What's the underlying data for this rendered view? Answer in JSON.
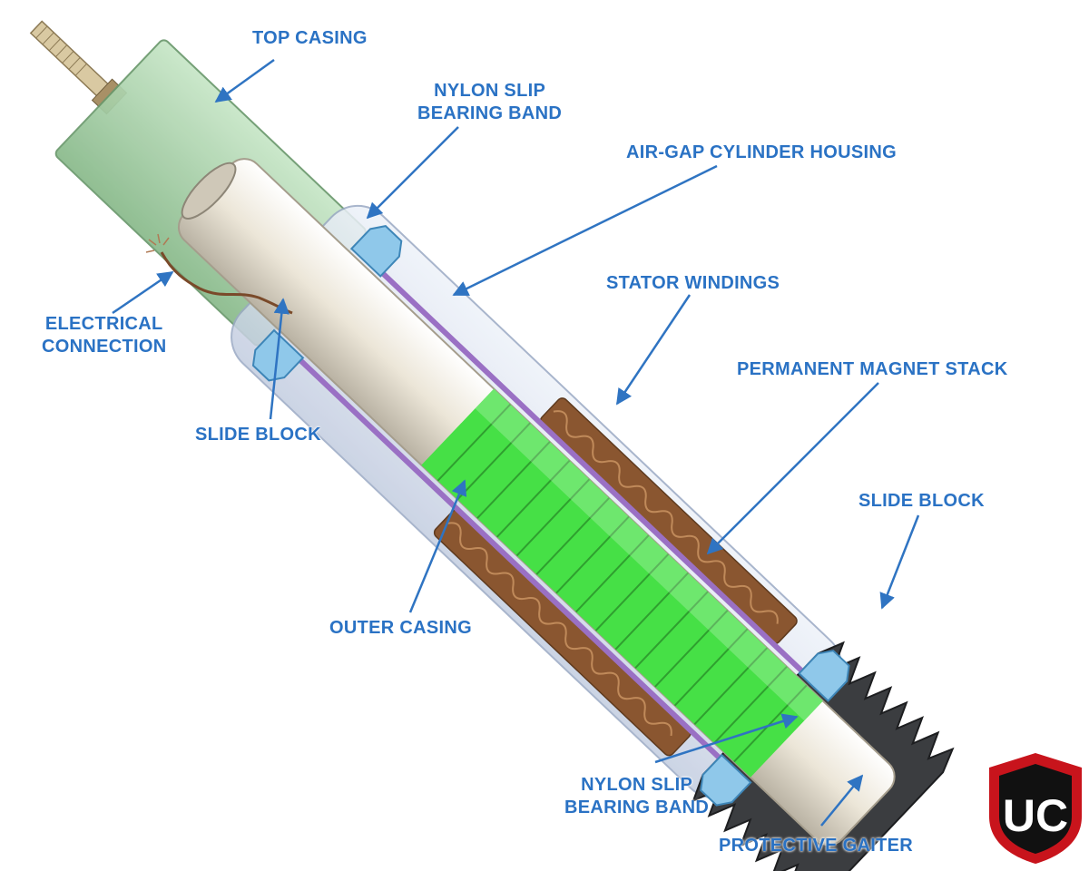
{
  "labels": {
    "top_casing": "TOP CASING",
    "nylon_slip_top": [
      "NYLON SLIP",
      "BEARING BAND"
    ],
    "air_gap": "AIR-GAP CYLINDER HOUSING",
    "stator_windings": "STATOR WINDINGS",
    "permanent_magnet": "PERMANENT MAGNET STACK",
    "electrical_connection": [
      "ELECTRICAL",
      "CONNECTION"
    ],
    "slide_block_left": "SLIDE BLOCK",
    "slide_block_right": "SLIDE BLOCK",
    "outer_casing": "OUTER CASING",
    "nylon_slip_bottom": [
      "NYLON SLIP",
      "BEARING BAND"
    ],
    "protective_gaiter": "PROTECTIVE GAITER"
  },
  "logo": {
    "text": "UC",
    "colors": {
      "outer": "#c8141c",
      "inner": "#111111",
      "letter": "#ffffff"
    }
  },
  "colors": {
    "label": "#2a72c4",
    "leader": "#2f74c2",
    "top_casing": "#a9d3a9",
    "outer_casing": "#d5dceb",
    "rod": "#ede7da",
    "magnet": "#46e046",
    "winding": "#8a5630",
    "bearing": "#8fc8ea",
    "gaiter": "#3b3d40",
    "sleeve": "#9a70c4"
  }
}
